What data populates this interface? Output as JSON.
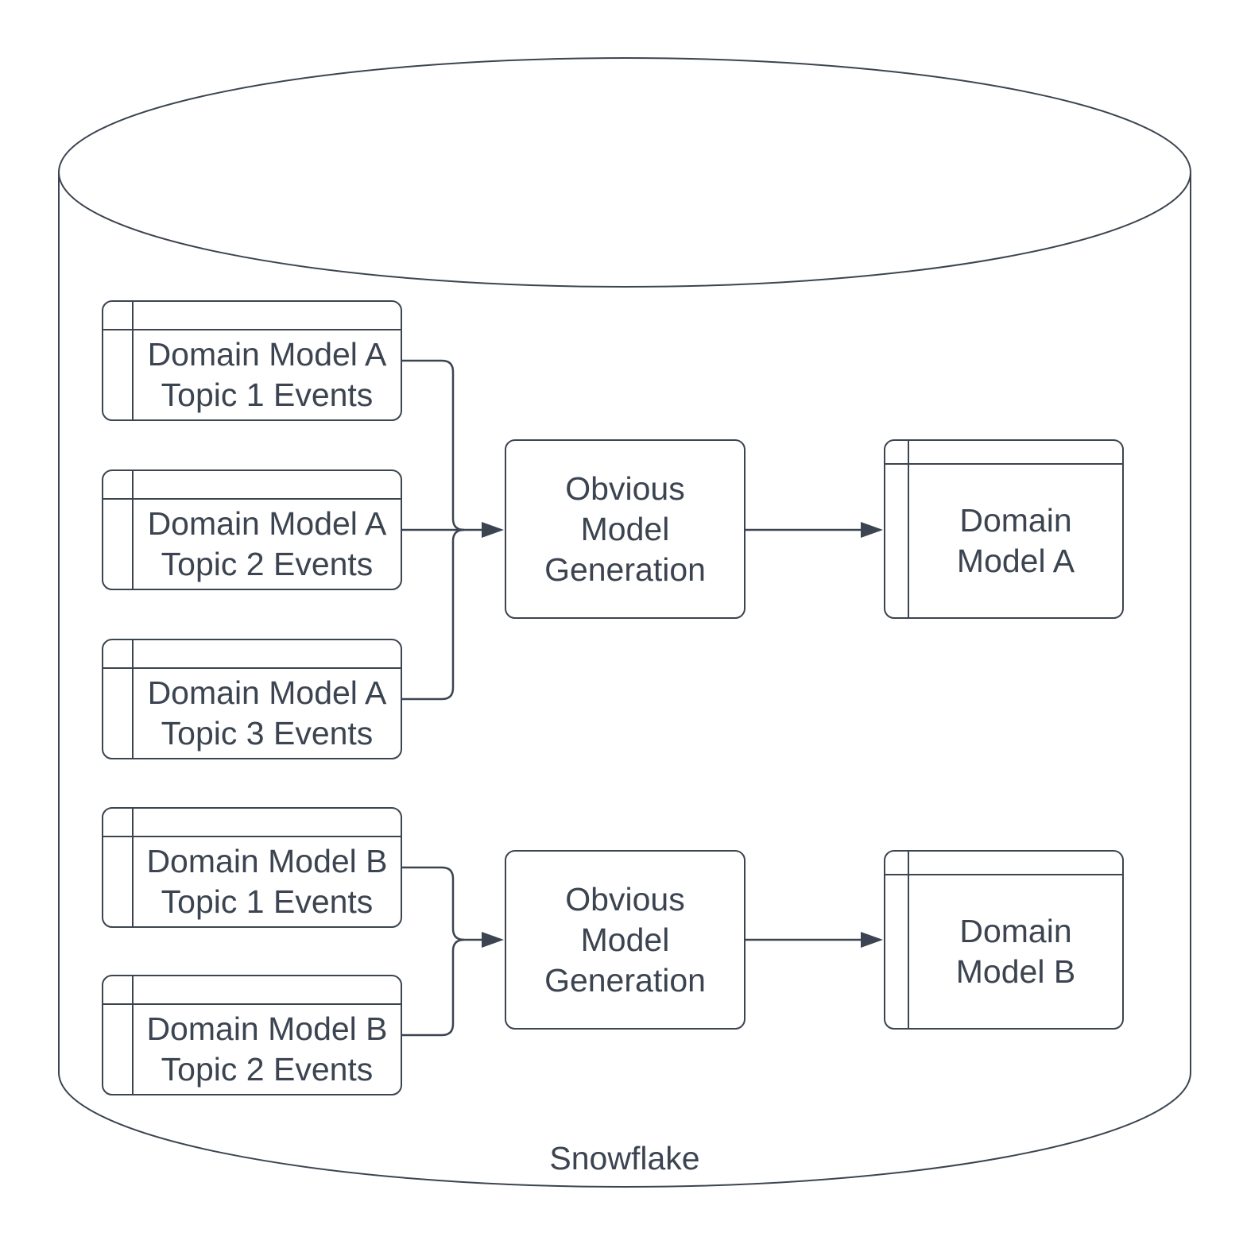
{
  "diagram": {
    "container_label": "Snowflake",
    "groups": [
      {
        "sources": [
          {
            "label": "Domain Model A\nTopic 1 Events"
          },
          {
            "label": "Domain Model A\nTopic 2 Events"
          },
          {
            "label": "Domain Model A\nTopic 3 Events"
          }
        ],
        "process": {
          "label": "Obvious\nModel\nGeneration"
        },
        "output": {
          "label": "Domain\nModel A"
        }
      },
      {
        "sources": [
          {
            "label": "Domain Model B\nTopic 1 Events"
          },
          {
            "label": "Domain Model B\nTopic 2 Events"
          }
        ],
        "process": {
          "label": "Obvious\nModel\nGeneration"
        },
        "output": {
          "label": "Domain\nModel B"
        }
      }
    ],
    "colors": {
      "stroke": "#3b4450",
      "text": "#3b4450",
      "background": "#ffffff"
    }
  }
}
